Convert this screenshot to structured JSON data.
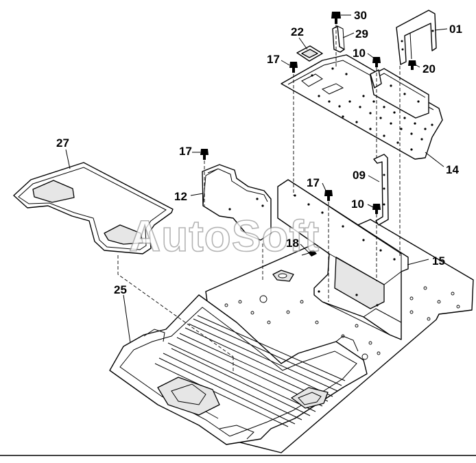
{
  "watermark": "AutoSoft",
  "labels": {
    "p01": "01",
    "p09": "09",
    "p10a": "10",
    "p10b": "10",
    "p12": "12",
    "p14": "14",
    "p15": "15",
    "p17a": "17",
    "p17b": "17",
    "p17c": "17",
    "p18": "18",
    "p20": "20",
    "p22": "22",
    "p25": "25",
    "p27": "27",
    "p29": "29",
    "p30": "30"
  }
}
